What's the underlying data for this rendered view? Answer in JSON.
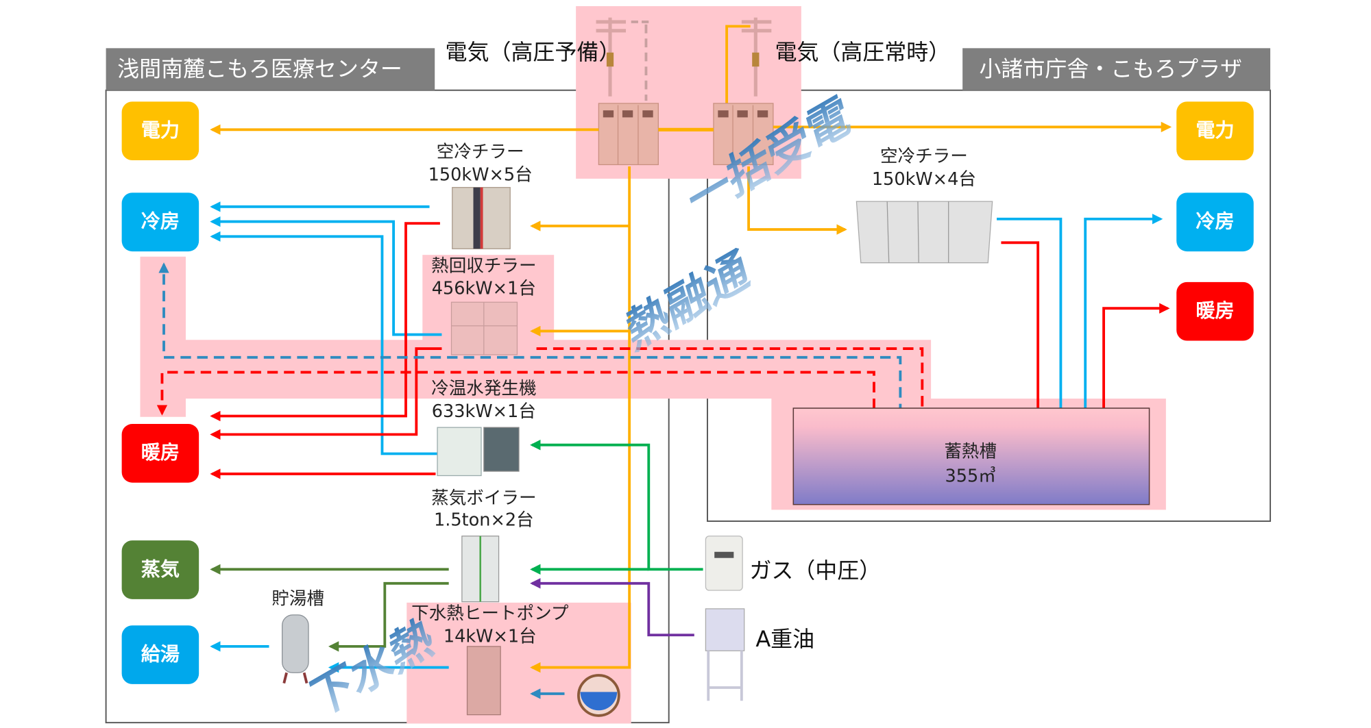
{
  "buildings": {
    "left": {
      "name": "浅間南麓こもろ医療センター"
    },
    "right": {
      "name": "小諸市庁舎・こもろプラザ"
    }
  },
  "supply": {
    "electric_backup": "電気（高圧予備）",
    "electric_normal": "電気（高圧常時）",
    "gas": "ガス（中圧）",
    "oil": "A重油"
  },
  "outputs": {
    "power": "電力",
    "cooling": "冷房",
    "heating": "暖房",
    "steam": "蒸気",
    "hot_water": "給湯"
  },
  "equipment": {
    "air_chiller_left": {
      "name": "空冷チラー",
      "spec": "150kW×5台"
    },
    "heat_recovery_chiller": {
      "name": "熱回収チラー",
      "spec": "456kW×1台"
    },
    "chiller_heater": {
      "name": "冷温水発生機",
      "spec": "633kW×1台"
    },
    "steam_boiler": {
      "name": "蒸気ボイラー",
      "spec": "1.5ton×2台"
    },
    "hot_water_tank": {
      "name": "貯湯槽"
    },
    "sewage_heat_pump": {
      "name": "下水熱ヒートポンプ",
      "spec": "14kW×1台"
    },
    "air_chiller_right": {
      "name": "空冷チラー",
      "spec": "150kW×4台"
    },
    "thermal_storage": {
      "name": "蓄熱槽",
      "spec": "355㎥"
    }
  },
  "callouts": {
    "bulk_power": "一括受電",
    "heat_sharing": "熱融通",
    "sewage_heat": "下水熱"
  },
  "colors": {
    "power": "#FFC000",
    "cooling": "#00B0F0",
    "heating": "#FF0000",
    "steam": "#548235",
    "gas": "#00B050",
    "oil": "#7030A0",
    "highlight": "#FFC7CE",
    "header": "#7F7F7F",
    "callout_blue": "#2E75B6",
    "dash_blue": "#2E8BC0"
  }
}
